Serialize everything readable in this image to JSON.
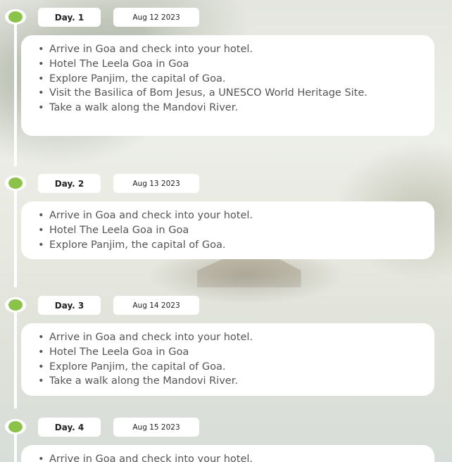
{
  "theme": {
    "accent": "#8bc34a",
    "card_bg": "#ffffff",
    "text": "#555555"
  },
  "days": [
    {
      "label": "Day. 1",
      "date": "Aug 12 2023",
      "items": [
        "Arrive in Goa and check into your hotel.",
        "Hotel The Leela Goa in Goa",
        "Explore Panjim, the capital of Goa.",
        "Visit the Basilica of Bom Jesus, a UNESCO World Heritage Site.",
        "Take a walk along the Mandovi River."
      ]
    },
    {
      "label": "Day. 2",
      "date": "Aug 13 2023",
      "items": [
        "Arrive in Goa and check into your hotel.",
        "Hotel The Leela Goa in Goa",
        "Explore Panjim, the capital of Goa."
      ]
    },
    {
      "label": "Day. 3",
      "date": "Aug 14 2023",
      "items": [
        "Arrive in Goa and check into your hotel.",
        "Hotel The Leela Goa in Goa",
        "Explore Panjim, the capital of Goa.",
        "Take a walk along the Mandovi River."
      ]
    },
    {
      "label": "Day. 4",
      "date": "Aug 15 2023",
      "items": [
        "Arrive in Goa and check into your hotel."
      ]
    }
  ]
}
